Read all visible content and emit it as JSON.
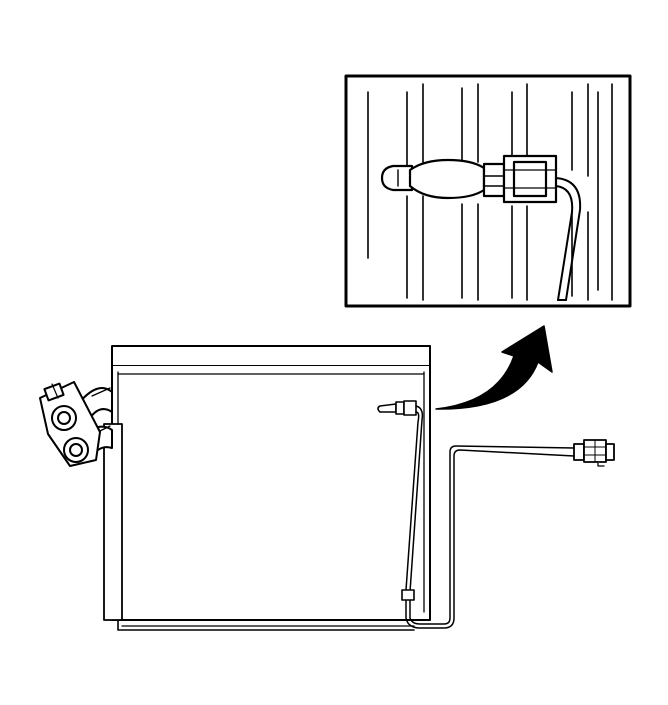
{
  "diagram": {
    "subject": "evaporator-core-with-temperature-sensor",
    "colors": {
      "line": "#000000",
      "background": "#ffffff"
    },
    "icons": [
      "evaporator-core",
      "inlet-outlet-tube-fitting",
      "temperature-sensor-probe",
      "sensor-harness-connector",
      "detail-callout-arrow"
    ]
  }
}
